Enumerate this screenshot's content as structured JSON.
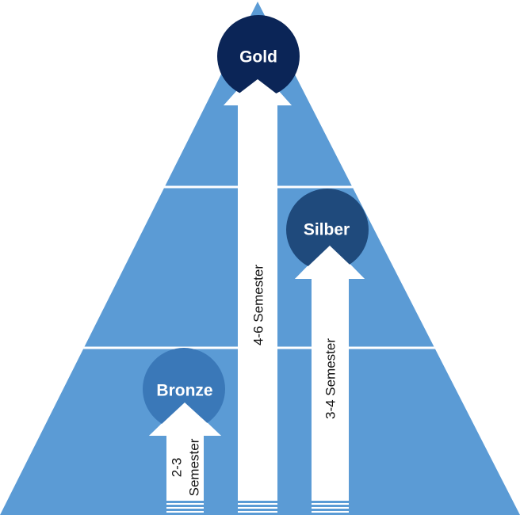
{
  "levels": {
    "gold": {
      "label": "Gold",
      "color": "#0b2557"
    },
    "silver": {
      "label": "Silber",
      "color": "#1f4a7c"
    },
    "bronze": {
      "label": "Bronze",
      "color": "#3a78b8"
    }
  },
  "arrows": {
    "gold": {
      "label": "4-6 Semester"
    },
    "silver": {
      "label": "3-4 Semester"
    },
    "bronze": {
      "label_line1": "2-3",
      "label_line2": "Semester"
    }
  },
  "colors": {
    "pyramid": "#5b9bd5",
    "divider": "#ffffff",
    "arrow": "#ffffff"
  }
}
